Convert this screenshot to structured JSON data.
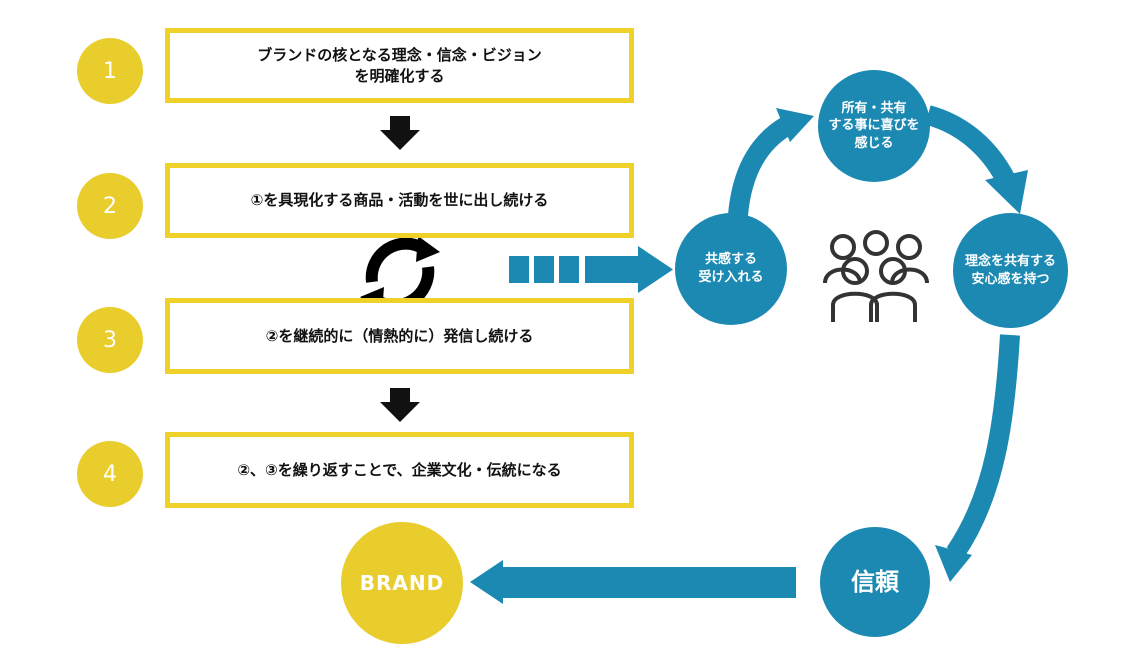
{
  "steps": [
    {
      "number": "1",
      "lines": [
        "ブランドの核となる理念・信念・ビジョン",
        "を明確化する"
      ]
    },
    {
      "number": "2",
      "lines": [
        "①を具現化する商品・活動を世に出し続ける"
      ]
    },
    {
      "number": "3",
      "lines": [
        "②を継続的に（情熱的に）発信し続ける"
      ]
    },
    {
      "number": "4",
      "lines": [
        "②、③を繰り返すことで、企業文化・伝統になる"
      ]
    }
  ],
  "cycle": {
    "empathy": [
      "共感する",
      "受け入れる"
    ],
    "joy": [
      "所有・共有",
      "する事に喜びを",
      "感じる"
    ],
    "security": [
      "理念を共有する",
      "安心感を持つ"
    ],
    "trust": [
      "信頼"
    ]
  },
  "brand_label": "BRAND",
  "colors": {
    "yellow": "#e8cd2c",
    "blue": "#1b89b2",
    "black": "#111111"
  },
  "icons": [
    "down-arrow-icon",
    "refresh-cycle-icon",
    "people-group-icon"
  ]
}
